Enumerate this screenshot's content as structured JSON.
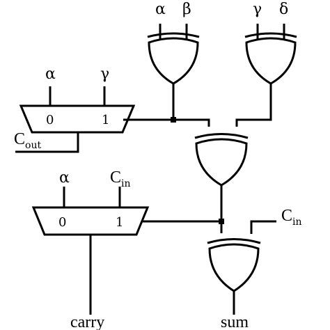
{
  "inputs": {
    "xor_left_a": "α",
    "xor_left_b": "β",
    "xor_right_a": "γ",
    "xor_right_b": "δ",
    "mux_top_a": "α",
    "mux_top_b": "γ",
    "mux_bottom_a": "α",
    "cin_bottom_mux": {
      "base": "C",
      "sub": "in"
    },
    "cin_sum": {
      "base": "C",
      "sub": "in"
    }
  },
  "outputs": {
    "cout": {
      "base": "C",
      "sub": "out"
    },
    "carry": "carry",
    "sum": "sum"
  },
  "mux_selectors": {
    "top_0": "0",
    "top_1": "1",
    "bottom_0": "0",
    "bottom_1": "1"
  }
}
